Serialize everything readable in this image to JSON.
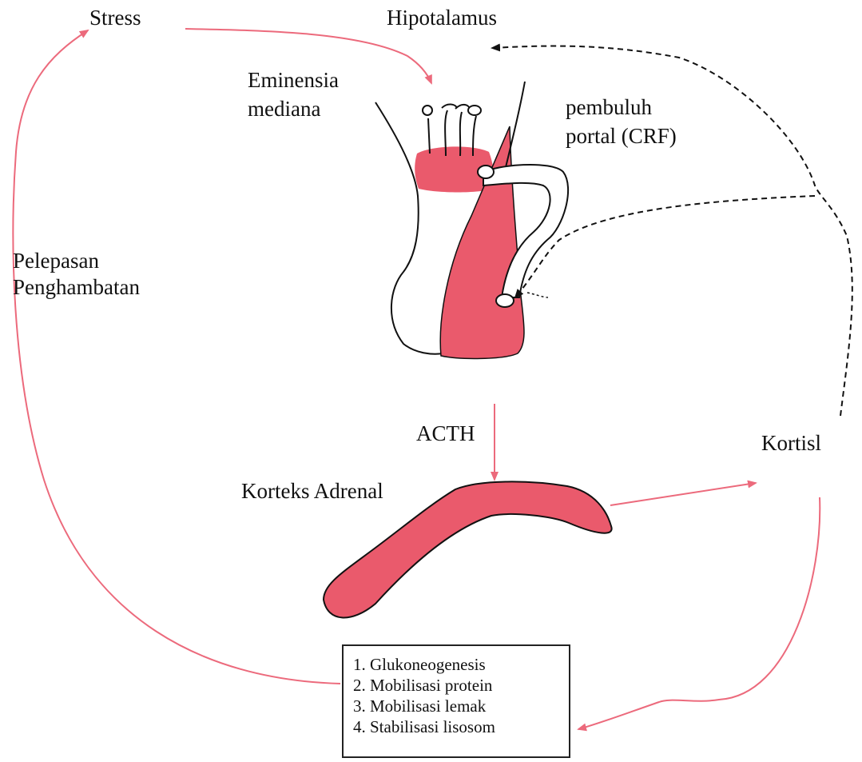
{
  "labels": {
    "stress": "Stress",
    "hypothalamus": "Hipotalamus",
    "median_eminence_1": "Eminensia",
    "median_eminence_2": "mediana",
    "portal_1": "pembuluh",
    "portal_2": "portal (CRF)",
    "release_1": "Pelepasan",
    "release_2": "Penghambatan",
    "acth": "ACTH",
    "cortisol": "Kortisl",
    "adrenal_cortex": "Korteks Adrenal"
  },
  "effects": [
    "1. Glukoneogenesis",
    "2. Mobilisasi protein",
    "3. Mobilisasi lemak",
    "4. Stabilisasi lisosom"
  ],
  "colors": {
    "tissue": "#ea5a6c",
    "arrow": "#ec6a7c",
    "outline": "#111111",
    "dashed": "#111111"
  }
}
